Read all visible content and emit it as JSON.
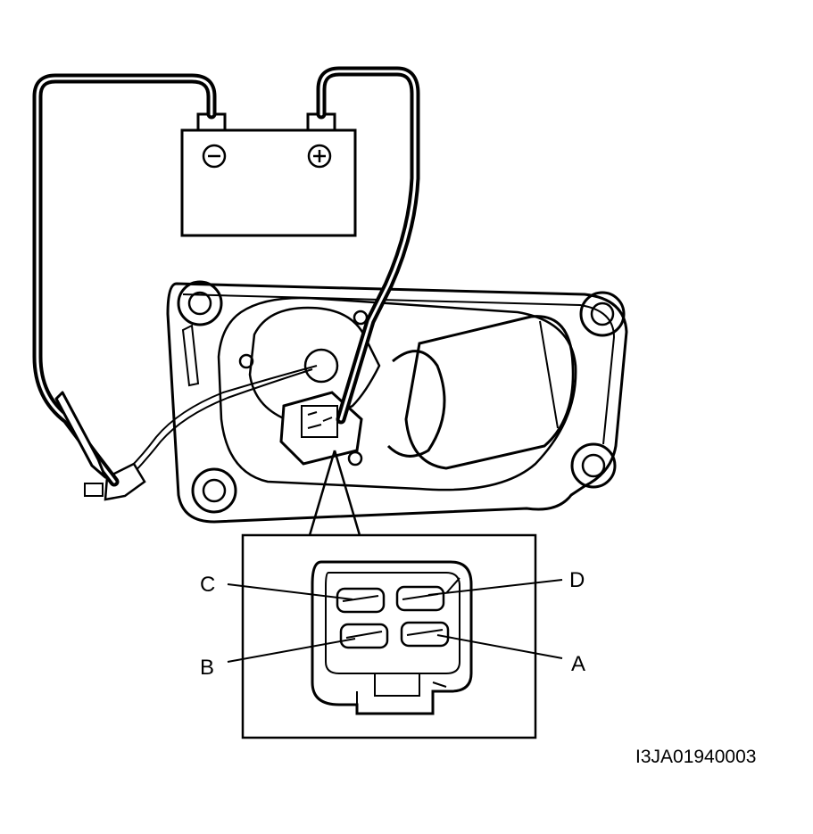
{
  "battery": {
    "negative_symbol": "⊖",
    "positive_symbol": "⊕"
  },
  "connector_terminals": {
    "c": "C",
    "d": "D",
    "b": "B",
    "a": "A"
  },
  "figure_code": "I3JA01940003",
  "colors": {
    "ink": "#000000",
    "paper": "#ffffff"
  }
}
